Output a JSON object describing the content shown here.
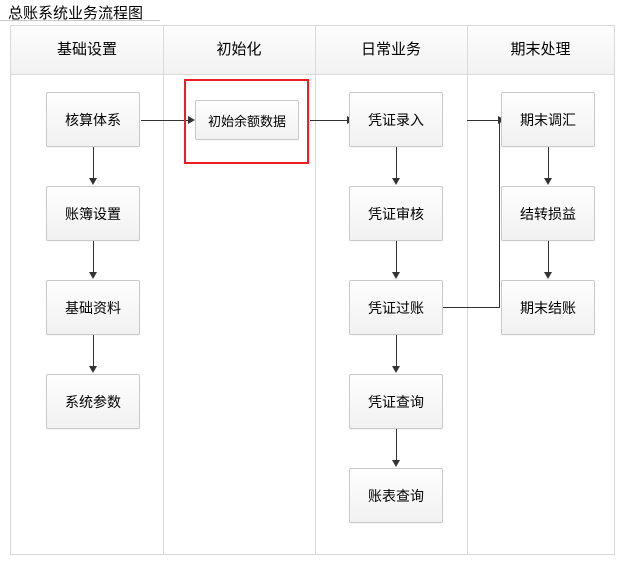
{
  "page": {
    "title": "总账系统业务流程图"
  },
  "columns": [
    {
      "label": "基础设置"
    },
    {
      "label": "初始化"
    },
    {
      "label": "日常业务"
    },
    {
      "label": "期末处理"
    }
  ],
  "nodes": {
    "basic": [
      {
        "label": "核算体系"
      },
      {
        "label": "账簿设置"
      },
      {
        "label": "基础资料"
      },
      {
        "label": "系统参数"
      }
    ],
    "init": [
      {
        "label": "初始余额数据"
      }
    ],
    "daily": [
      {
        "label": "凭证录入"
      },
      {
        "label": "凭证审核"
      },
      {
        "label": "凭证过账"
      },
      {
        "label": "凭证查询"
      },
      {
        "label": "账表查询"
      }
    ],
    "period": [
      {
        "label": "期末调汇"
      },
      {
        "label": "结转损益"
      },
      {
        "label": "期末结账"
      }
    ]
  },
  "highlight": {
    "color": "#ee1d23",
    "target": "初始余额数据"
  }
}
